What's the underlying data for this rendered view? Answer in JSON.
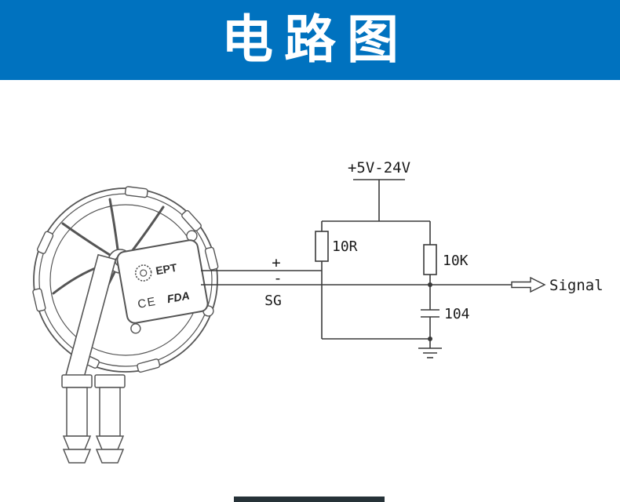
{
  "banner": {
    "title": "电路图"
  },
  "diagram": {
    "power_label": "+5V-24V",
    "resistor_left_label": "10R",
    "resistor_right_label": "10K",
    "capacitor_label": "104",
    "plus_label": "+",
    "minus_label": "-",
    "sg_label": "SG",
    "signal_label": "Signal",
    "pump": {
      "brand": "EPT",
      "ce_mark": "CE",
      "fda_mark": "FDA"
    }
  },
  "colors": {
    "banner_bg": "#0072bf",
    "line": "#4a4a4a",
    "footer_bar": "#263238"
  }
}
